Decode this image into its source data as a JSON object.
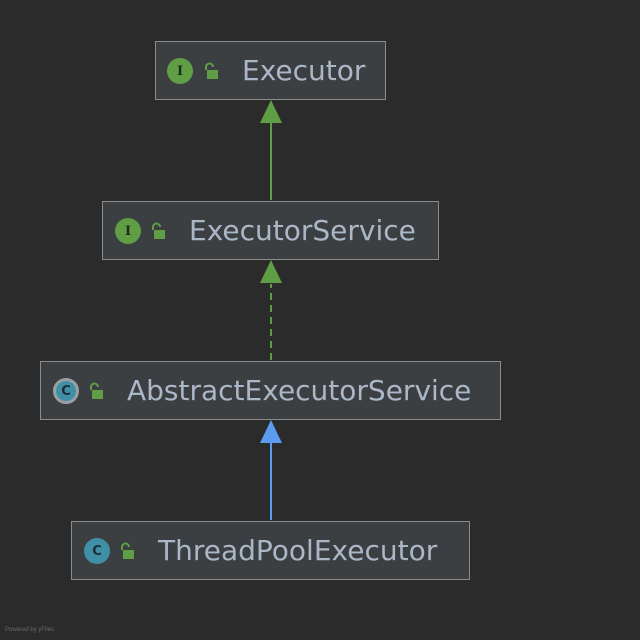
{
  "diagram": {
    "nodes": [
      {
        "id": "executor",
        "kind": "interface",
        "badge_letter": "I",
        "name": "Executor",
        "icon": "interface-icon",
        "visibility_icon": "unlocked-icon"
      },
      {
        "id": "executor-service",
        "kind": "interface",
        "badge_letter": "I",
        "name": "ExecutorService",
        "icon": "interface-icon",
        "visibility_icon": "unlocked-icon"
      },
      {
        "id": "abstract-executor-service",
        "kind": "abstract-class",
        "badge_letter": "C",
        "name": "AbstractExecutorService",
        "icon": "abstract-class-icon",
        "visibility_icon": "unlocked-icon"
      },
      {
        "id": "thread-pool-executor",
        "kind": "class",
        "badge_letter": "C",
        "name": "ThreadPoolExecutor",
        "icon": "class-icon",
        "visibility_icon": "unlocked-icon"
      }
    ],
    "edges": [
      {
        "from": "executor-service",
        "to": "executor",
        "relation": "extends",
        "style": "solid",
        "color": "#5f9e45"
      },
      {
        "from": "abstract-executor-service",
        "to": "executor-service",
        "relation": "implements",
        "style": "dashed",
        "color": "#5f9e45"
      },
      {
        "from": "thread-pool-executor",
        "to": "abstract-executor-service",
        "relation": "extends",
        "style": "solid",
        "color": "#5b9bf0"
      }
    ],
    "colors": {
      "background": "#2b2b2b",
      "node_fill": "#3c3f41",
      "node_border": "#8c8c8c",
      "text": "#a9b7c6",
      "interface_badge": "#5f9e45",
      "class_badge": "#3f8fa6",
      "interface_edge": "#5f9e45",
      "class_edge": "#5b9bf0"
    }
  },
  "watermark": "Powered by yFiles"
}
